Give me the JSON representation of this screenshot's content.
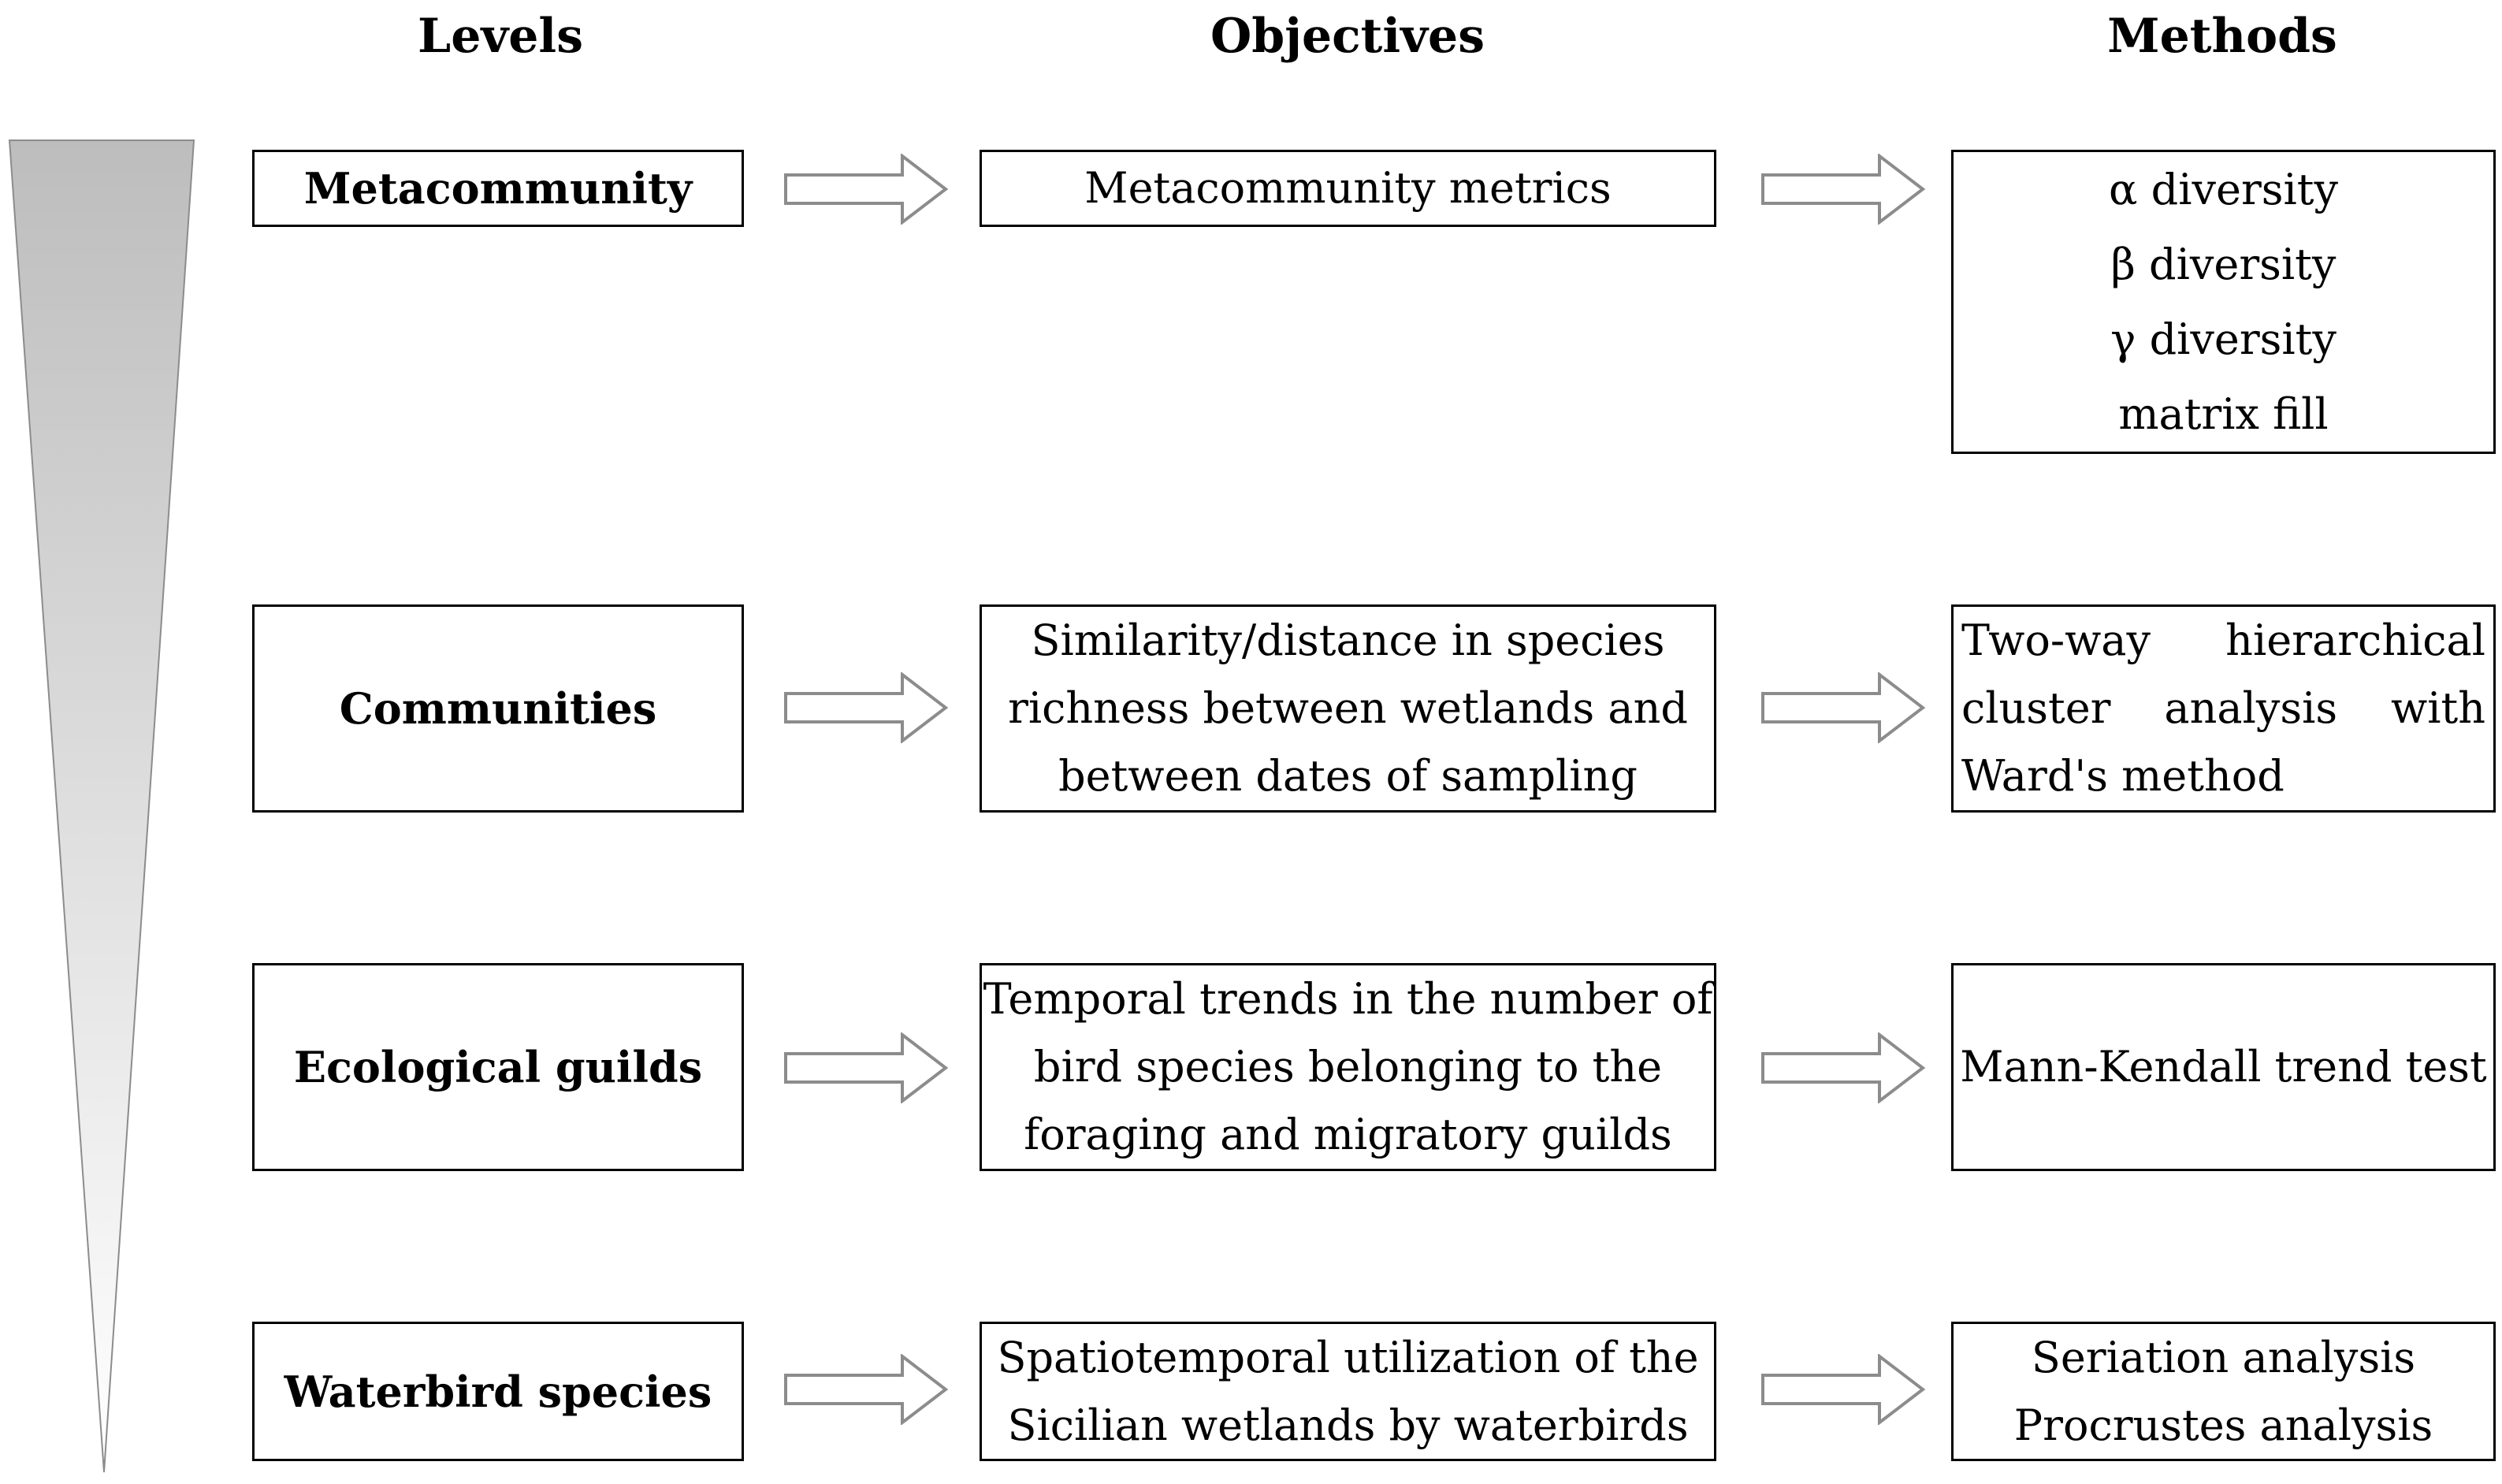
{
  "headers": {
    "levels": "Levels",
    "objectives": "Objectives",
    "methods": "Methods"
  },
  "rows": [
    {
      "level": "Metacommunity",
      "objective": [
        "Metacommunity metrics"
      ],
      "methods": [
        "α diversity",
        "β diversity",
        "γ diversity",
        "matrix fill"
      ]
    },
    {
      "level": "Communities",
      "objective": [
        "Similarity/distance in species",
        "richness between wetlands and",
        "between dates of sampling"
      ],
      "methods": [
        "Two-way hierarchical",
        "cluster analysis with",
        "Ward's method"
      ]
    },
    {
      "level": "Ecological guilds",
      "objective": [
        "Temporal trends in the number of",
        "bird species belonging to the",
        "foraging and migratory guilds"
      ],
      "methods": [
        "Mann-Kendall trend test"
      ]
    },
    {
      "level": "Waterbird species",
      "objective": [
        "Spatiotemporal utilization of the",
        "Sicilian wetlands by waterbirds"
      ],
      "methods": [
        "Seriation analysis",
        "Procrustes analysis"
      ]
    }
  ],
  "colors": {
    "triangle_top": "#bdbdbd",
    "triangle_bottom": "#ffffff",
    "arrow_stroke": "#8c8c8c",
    "box_border": "#000000"
  }
}
